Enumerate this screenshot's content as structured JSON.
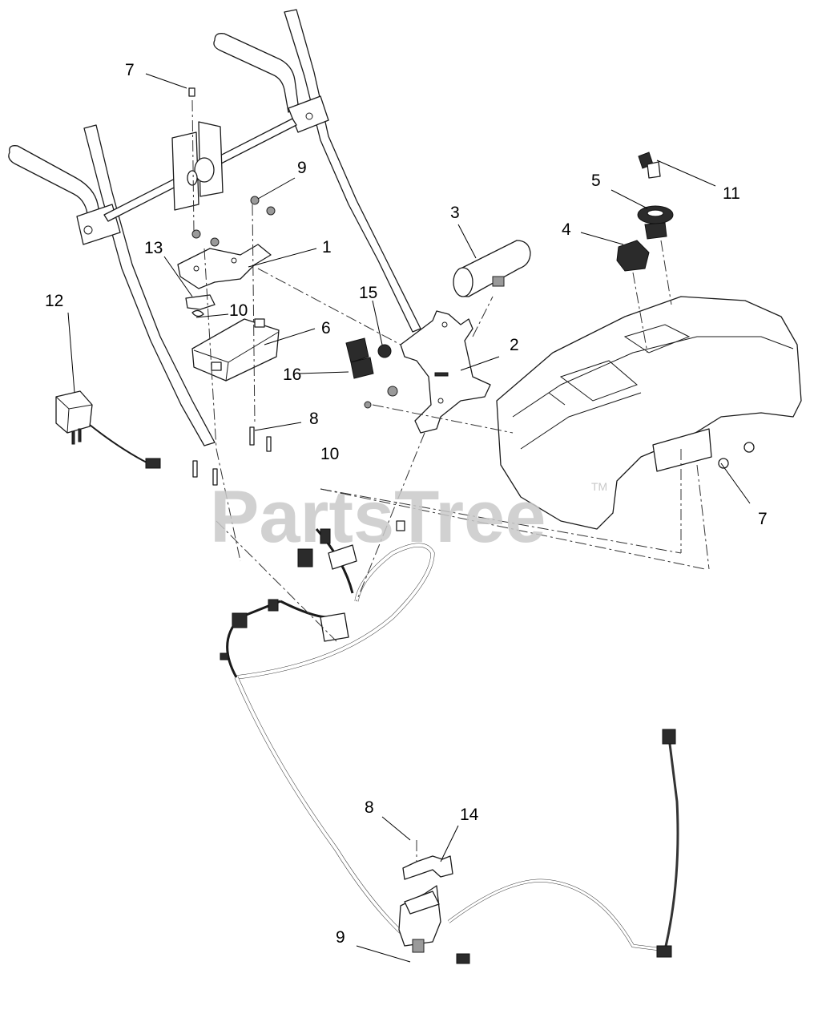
{
  "watermark": {
    "text": "PartsTree",
    "mark": "TM"
  },
  "callouts": {
    "c1": "1",
    "c2": "2",
    "c3": "3",
    "c4": "4",
    "c5": "5",
    "c6": "6",
    "c7a": "7",
    "c7b": "7",
    "c8a": "8",
    "c8b": "8",
    "c9a": "9",
    "c9b": "9",
    "c10a": "10",
    "c10b": "10",
    "c11": "11",
    "c12": "12",
    "c13": "13",
    "c14": "14",
    "c15": "15",
    "c16": "16"
  },
  "colors": {
    "line": "#1a1a1a",
    "watermark": "#c9c9c9",
    "background": "#ffffff"
  }
}
